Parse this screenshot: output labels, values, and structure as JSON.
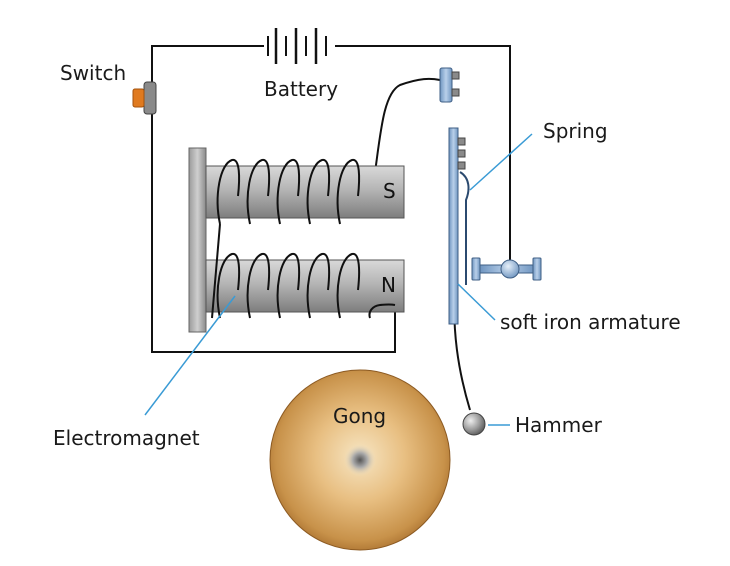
{
  "labels": {
    "switch": "Switch",
    "battery": "Battery",
    "spring": "Spring",
    "soft_iron_armature": "soft iron armature",
    "electromagnet": "Electromagnet",
    "gong": "Gong",
    "hammer": "Hammer"
  },
  "poles": {
    "top": "S",
    "bottom": "N"
  },
  "colors": {
    "wire": "#111111",
    "leader": "#3a9bd5",
    "switch_button": "#e07a1f",
    "core_gray": "#a9a9a9",
    "armature_blue": "#8fb3d9",
    "gong_outer": "#c8924a",
    "gong_inner": "#f4d9a8"
  }
}
